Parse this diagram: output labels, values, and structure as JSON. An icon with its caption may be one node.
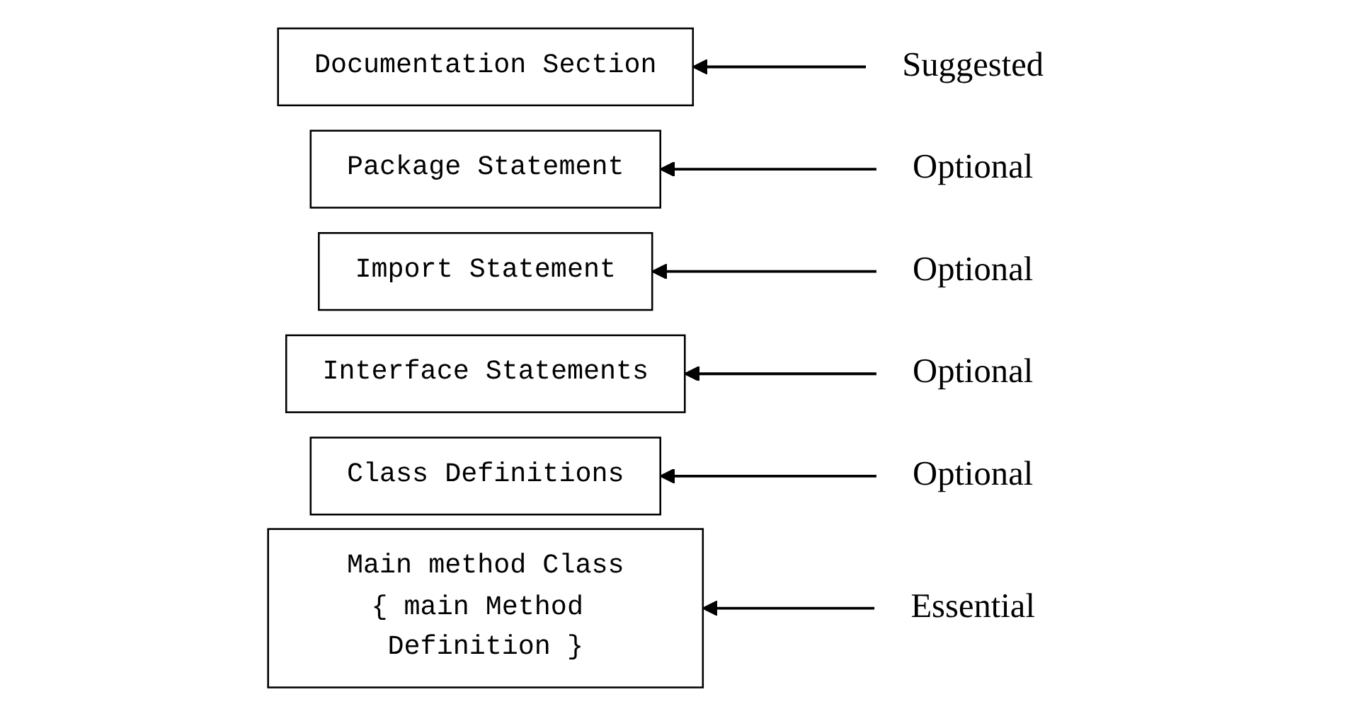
{
  "diagram": {
    "nodes": [
      {
        "text": [
          "Documentation Section"
        ]
      },
      {
        "text": [
          "Package Statement"
        ]
      },
      {
        "text": [
          "Import Statement"
        ]
      },
      {
        "text": [
          "Interface Statements"
        ]
      },
      {
        "text": [
          "Class Definitions"
        ]
      },
      {
        "text": [
          "Main method Class",
          "{ main Method Definition }"
        ]
      },
      {
        "text": [
          "Suggested"
        ]
      },
      {
        "text": [
          "Optional"
        ]
      },
      {
        "text": [
          "Optional"
        ]
      },
      {
        "text": [
          "Optional"
        ]
      },
      {
        "text": [
          "Optional"
        ]
      },
      {
        "text": [
          "Essential"
        ]
      }
    ],
    "edges": [
      {
        "from": 6,
        "to": 0,
        "arrow": "to"
      },
      {
        "from": 7,
        "to": 1,
        "arrow": "to"
      },
      {
        "from": 8,
        "to": 2,
        "arrow": "to"
      },
      {
        "from": 9,
        "to": 3,
        "arrow": "to"
      },
      {
        "from": 10,
        "to": 4,
        "arrow": "to"
      },
      {
        "from": 11,
        "to": 5,
        "arrow": "to"
      }
    ]
  }
}
